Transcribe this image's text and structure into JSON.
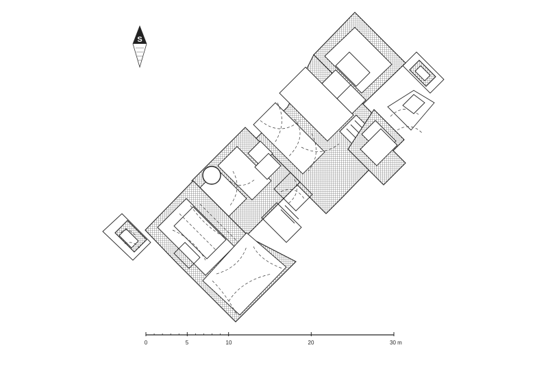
{
  "compass": {
    "letter": "S",
    "icon": "compass-needle-icon"
  },
  "scale_bar": {
    "unit": "m",
    "max": 30,
    "ticks": [
      0,
      5,
      10,
      20,
      30
    ],
    "labels": [
      "0",
      "5",
      "10",
      "20",
      "30 m"
    ]
  },
  "colors": {
    "ink": "#222222",
    "paper": "#ffffff"
  }
}
